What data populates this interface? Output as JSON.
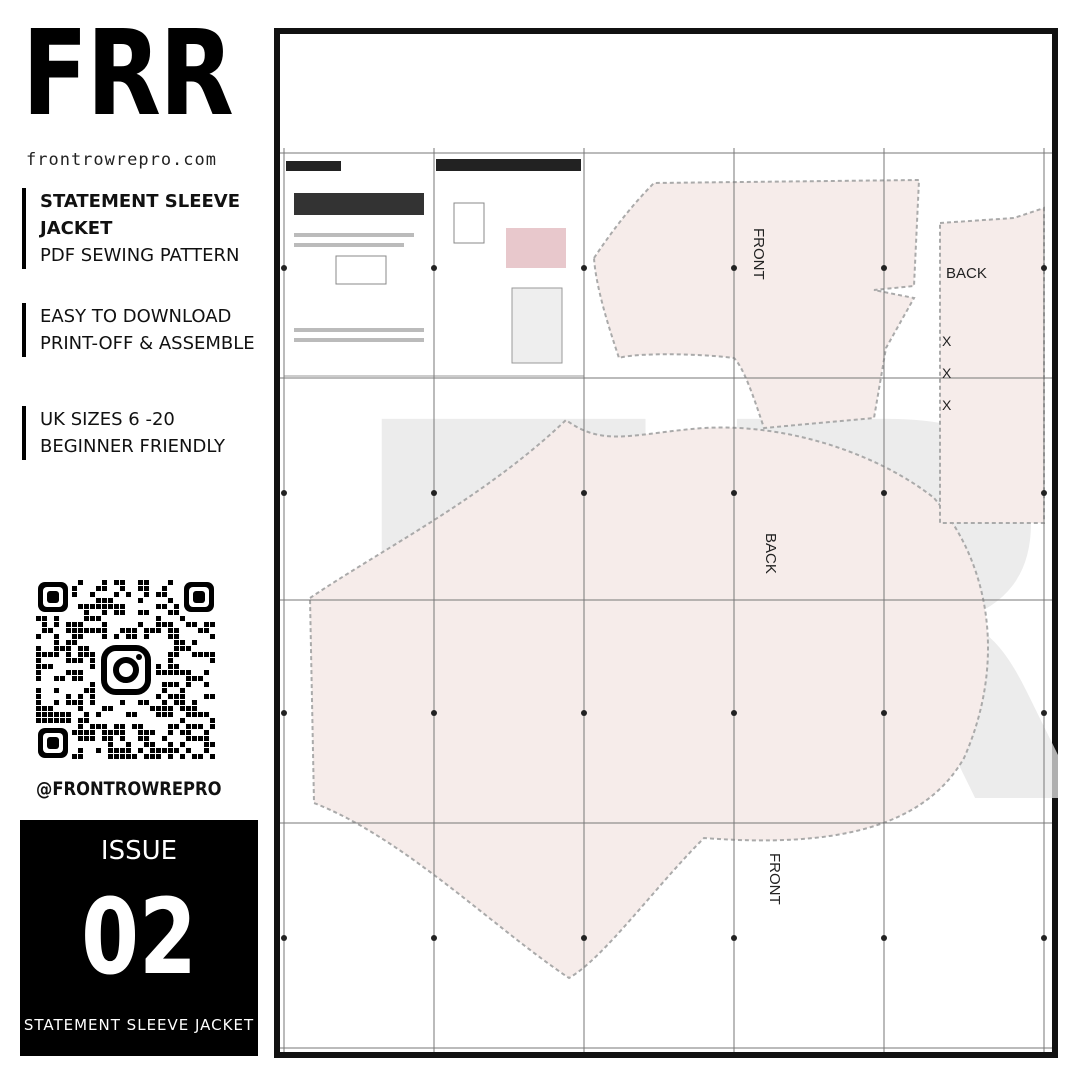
{
  "brand": {
    "logo": "FRR",
    "website": "frontrowrepro.com"
  },
  "features": [
    {
      "lines": [
        "STATEMENT SLEEVE",
        "JACKET"
      ],
      "sub": "PDF SEWING PATTERN"
    },
    {
      "lines": [
        "EASY TO DOWNLOAD",
        "PRINT-OFF & ASSEMBLE"
      ]
    },
    {
      "lines": [
        "UK SIZES 6 -20",
        "BEGINNER FRIENDLY"
      ]
    }
  ],
  "social": {
    "handle": "@FRONTROWREPRO",
    "qr_icon": "instagram-icon"
  },
  "issue": {
    "label": "ISSUE",
    "number": "02",
    "title": "STATEMENT SLEEVE JACKET"
  },
  "pattern": {
    "watermark": "FR",
    "labels": {
      "front_top": "FRONT",
      "back_right": "BACK",
      "back_middle": "BACK",
      "front_bottom": "FRONT",
      "notch": "X"
    },
    "colors": {
      "piece_fill": "#f6ecea",
      "grid_line": "#777777",
      "frame": "#111111",
      "watermark": "#e4e4e4"
    }
  }
}
